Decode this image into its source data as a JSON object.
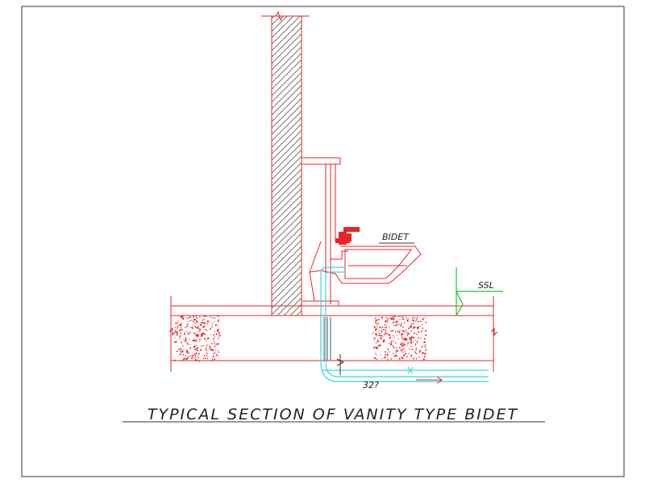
{
  "labels": {
    "fixture": "BIDET",
    "level": "SSL",
    "pipe_size": "32?",
    "title": "TYPICAL SECTION OF VANITY TYPE BIDET"
  },
  "colors": {
    "outline": "#e8232a",
    "water_pipe": "#3fd4e4",
    "level_marker": "#22c22c",
    "frame": "#333333",
    "text": "#222222"
  }
}
